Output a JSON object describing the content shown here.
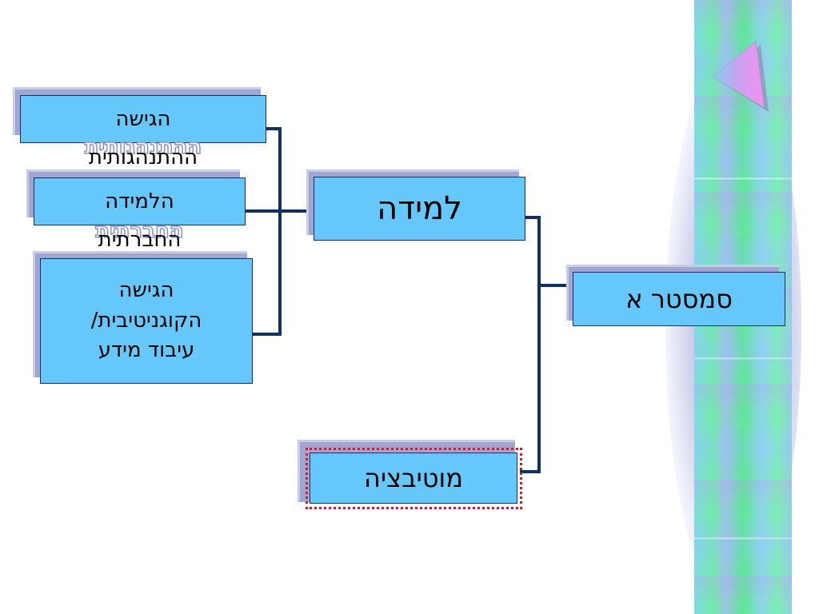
{
  "nodes": {
    "semester": {
      "label": "סמסטר א"
    },
    "learning": {
      "label": "למידה"
    },
    "motivation": {
      "label": "מוטיבציה"
    },
    "behavioral": {
      "label_line1": "הגישה",
      "label_line2": "ההתנהגותית"
    },
    "social": {
      "label_line1": "הלמידה",
      "label_line2": "החברתית"
    },
    "cognitive": {
      "label_line1": "הגישה",
      "label_line2": "הקוגניטיבית/",
      "label_line3": "עיבוד מידע"
    }
  },
  "colors": {
    "box_fill": "#66c8fa",
    "box_border": "#1f2a6b",
    "shadow": "#9fa6d0",
    "connector": "#10325e",
    "highlight_frame": "#d21a2a"
  },
  "decoration": {
    "right_band_icon": "triangle-pointer-icon"
  }
}
